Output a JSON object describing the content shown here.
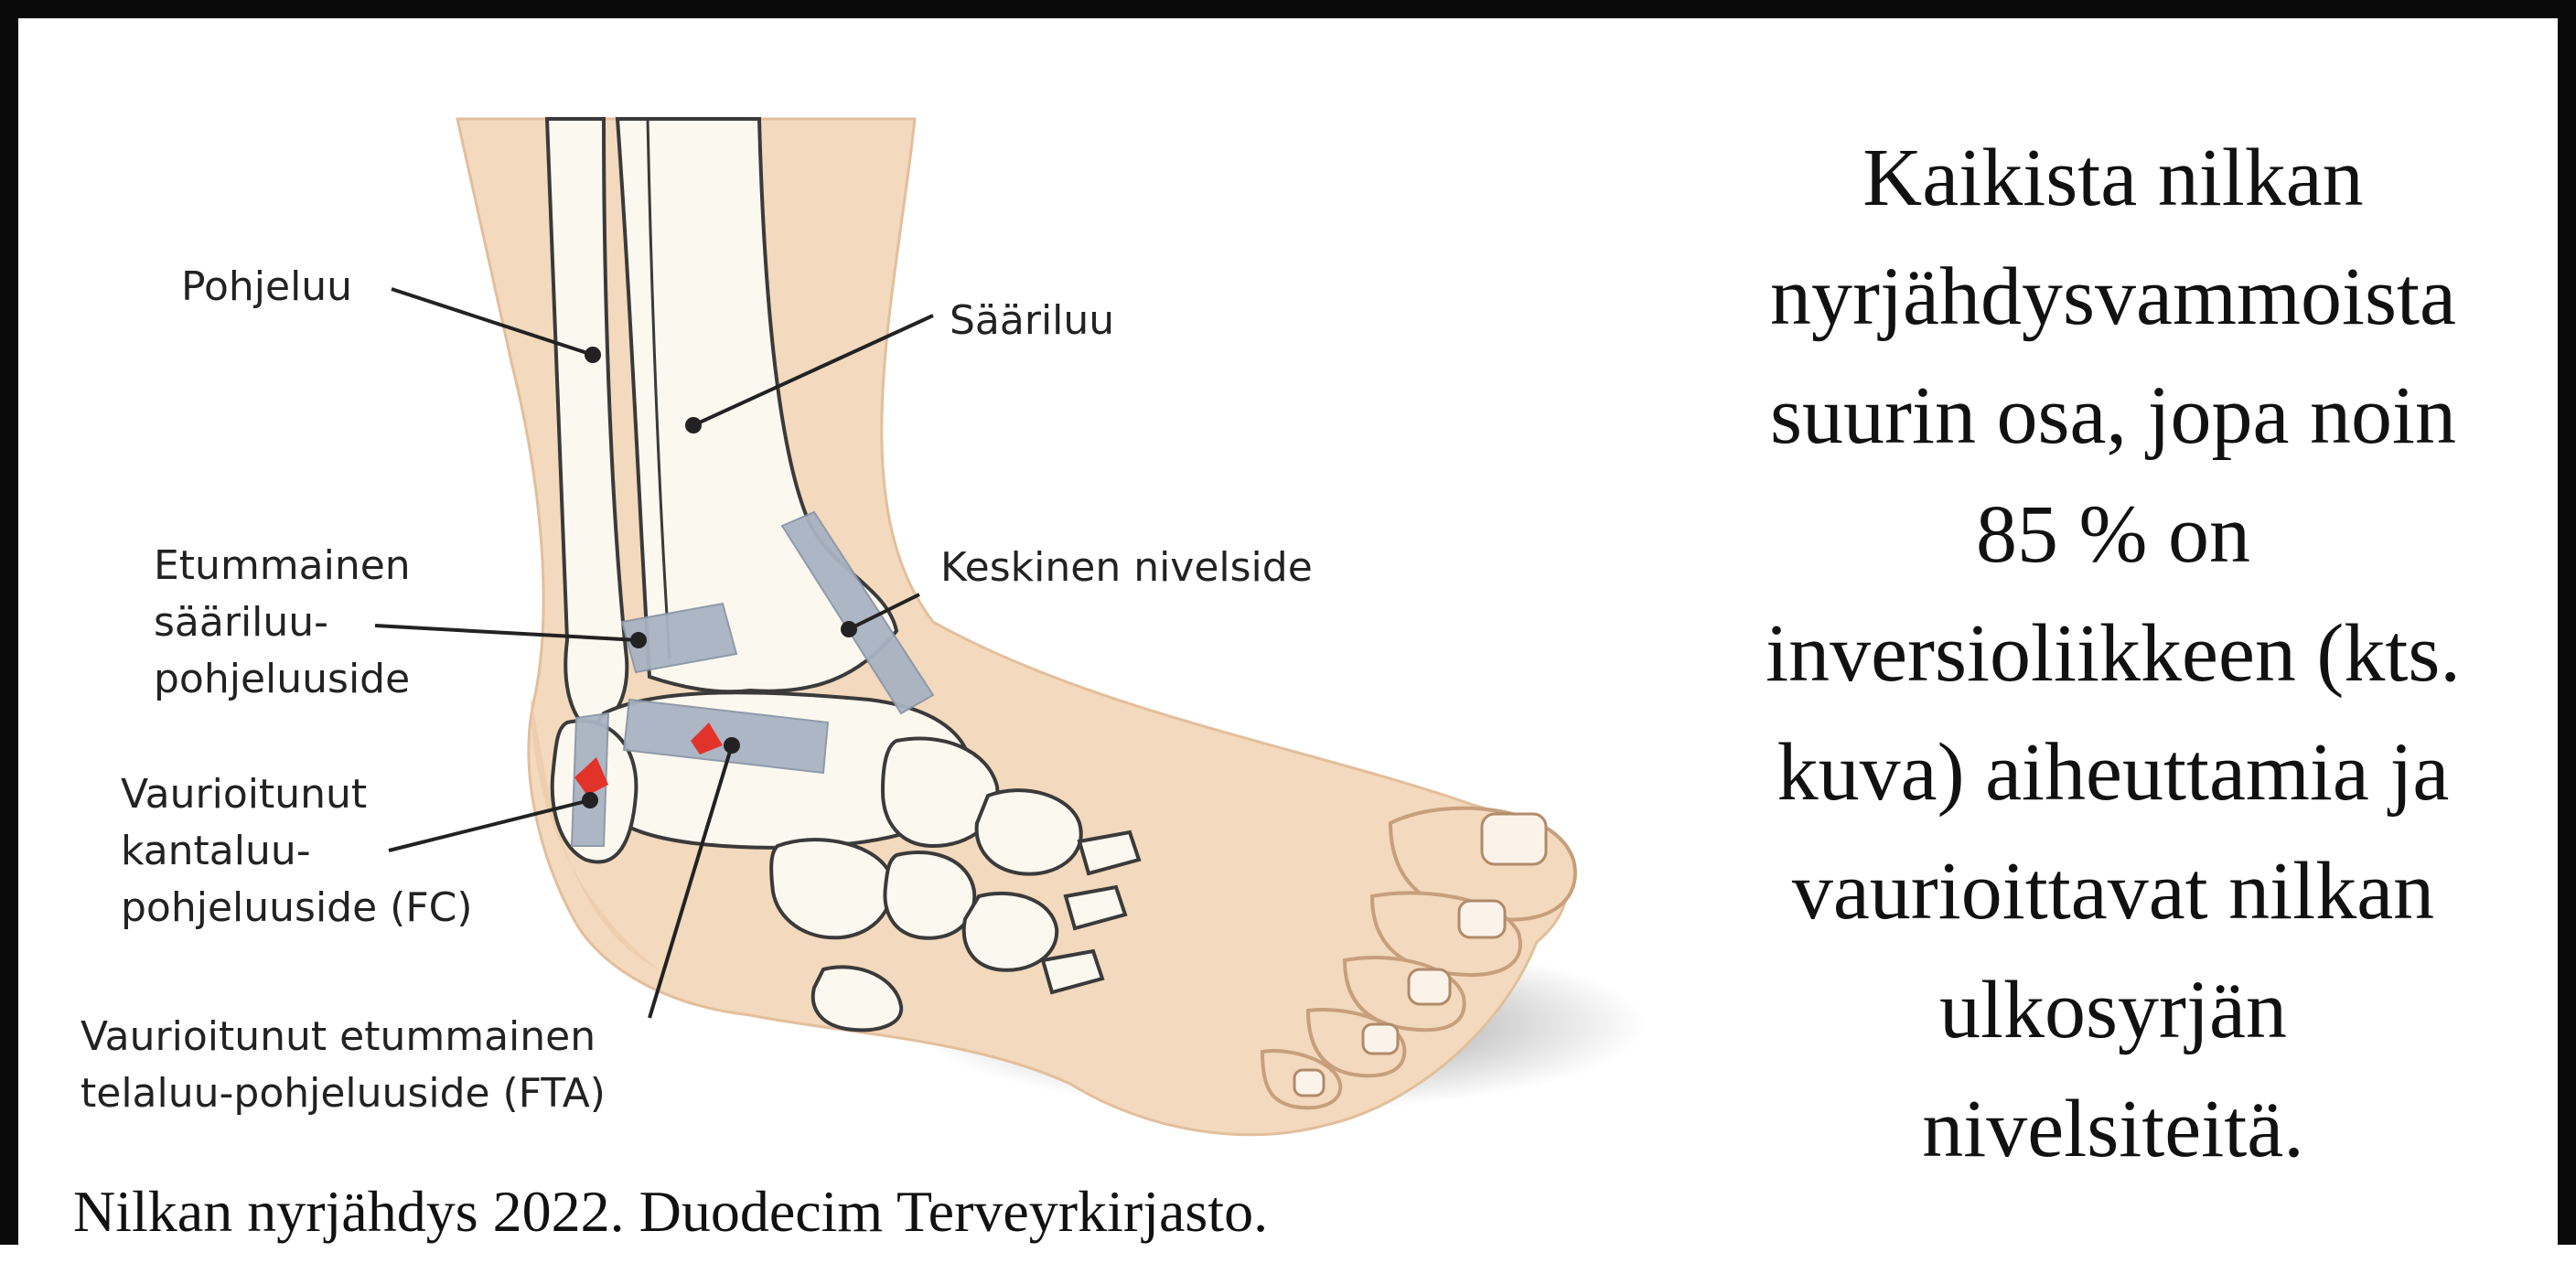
{
  "diagram": {
    "labels": {
      "pohjeluu": "Pohjeluu",
      "saariluu": "Sääriluu",
      "etummainen": [
        "Etummainen",
        "sääriluu-",
        "pohjeluuside"
      ],
      "keskinen": "Keskinen nivelside",
      "fc": [
        "Vaurioitunut",
        "kantaluu-",
        "pohjeluuside (FC)"
      ],
      "fta": [
        "Vaurioitunut etummainen",
        "telaluu-pohjeluuside (FTA)"
      ]
    },
    "colors": {
      "skin": "#f3d9bd",
      "skin_shadow": "#e6c29f",
      "bone": "#fbf8ef",
      "outline": "#3a3a3a",
      "ligament": "#a9b3c2",
      "injury": "#e2332a",
      "shadow": "#6b6b6b"
    }
  },
  "caption": "Nilkan nyrjähdys 2022. Duodecim Terveyrkirjasto.",
  "side_text": [
    "Kaikista nilkan",
    "nyrjähdysvammoista",
    "suurin osa, jopa noin",
    "85 % on",
    "inversioliikkeen (kts.",
    "kuva) aiheuttamia ja",
    "vaurioittavat nilkan",
    "ulkosyrjän",
    "nivelsiteitä."
  ]
}
